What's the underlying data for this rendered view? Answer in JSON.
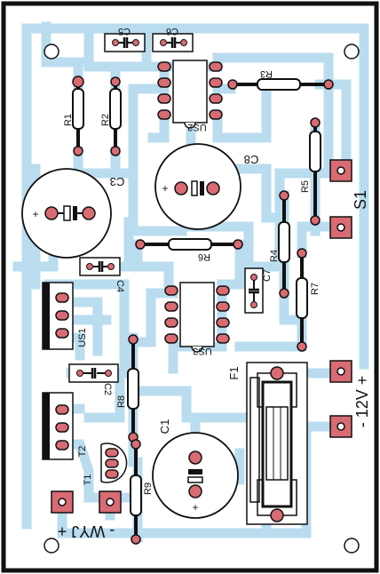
{
  "labels": {
    "C5": "C5",
    "C6": "C6",
    "R1": "R1",
    "R2": "R2",
    "R3": "R3",
    "US2": "US2",
    "C8": "C8",
    "C3": "C3",
    "R5": "R5",
    "S1": "S1",
    "R6": "R6",
    "C4": "C4",
    "R4": "R4",
    "C7": "C7",
    "R7": "R7",
    "US1": "US1",
    "US3": "US3",
    "C2": "C2",
    "R8": "R8",
    "F1": "F1",
    "C1": "C1",
    "T2": "T2",
    "T1": "T1",
    "R9": "R9",
    "v12": "- 12V +",
    "wyj": "- WYJ +"
  },
  "polarity": {
    "plus": "+"
  },
  "colors": {
    "trace": "#b9dcef",
    "pad": "#d96b73",
    "outline": "#111111",
    "component_fill": "#ffffff"
  }
}
